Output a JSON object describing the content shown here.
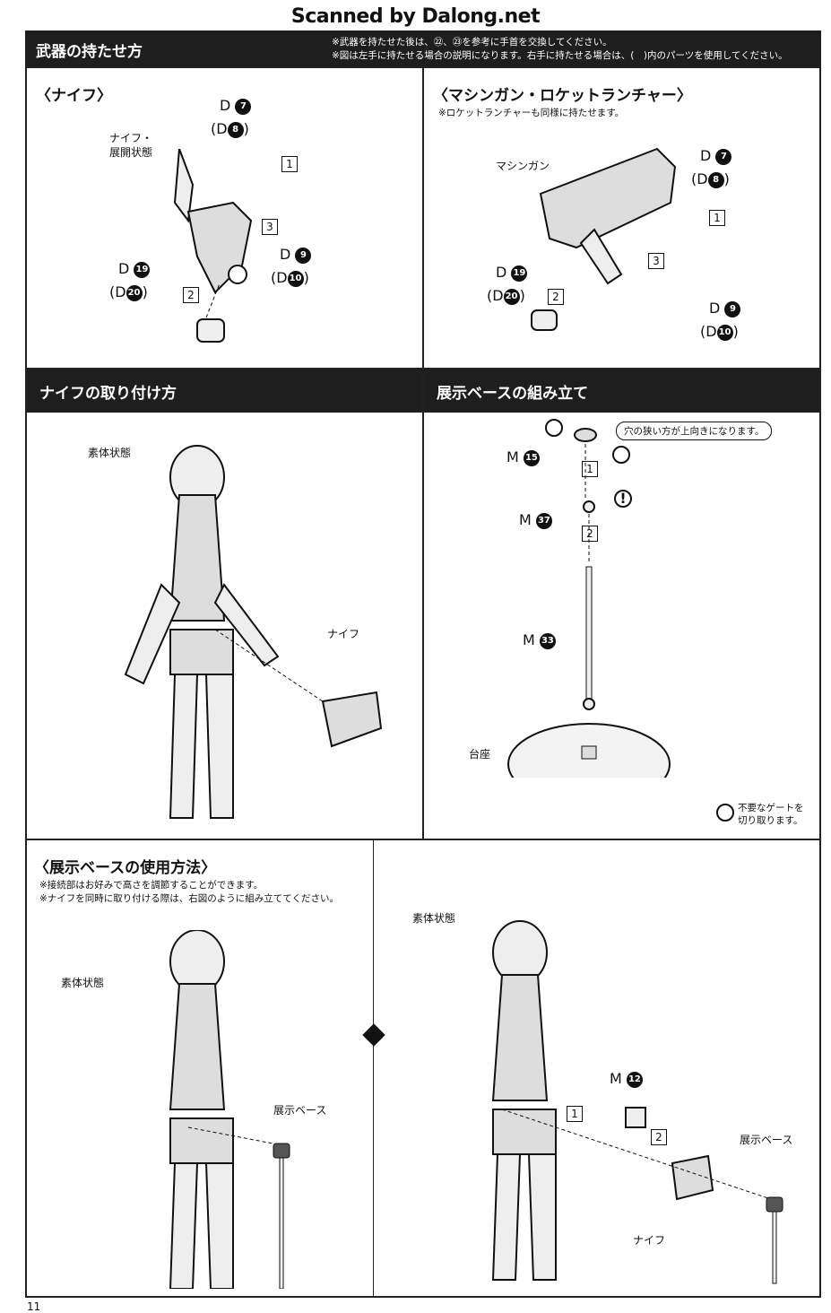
{
  "watermark": "Scanned by Dalong.net",
  "header": {
    "title": "武器の持たせ方",
    "notes": [
      "※武器を持たせた後は、㉒、㉓を参考に手首を交換してください。",
      "※図は左手に持たせる場合の説明になります。右手に持たせる場合は、(　)内のパーツを使用してください。"
    ]
  },
  "knife": {
    "title": "〈ナイフ〉",
    "label": "ナイフ・\n展開状態",
    "parts": [
      {
        "l": "D",
        "n": "7"
      },
      {
        "l": "(D",
        "n": "8",
        "s": ")"
      },
      {
        "l": "D",
        "n": "9"
      },
      {
        "l": "(D",
        "n": "10",
        "s": ")"
      },
      {
        "l": "D",
        "n": "19"
      },
      {
        "l": "(D",
        "n": "20",
        "s": ")"
      }
    ],
    "steps": [
      "1",
      "2",
      "3"
    ]
  },
  "gun": {
    "title": "〈マシンガン・ロケットランチャー〉",
    "note": "※ロケットランチャーも同様に持たせます。",
    "label": "マシンガン",
    "parts": [
      {
        "l": "D",
        "n": "7"
      },
      {
        "l": "(D",
        "n": "8",
        "s": ")"
      },
      {
        "l": "D",
        "n": "9"
      },
      {
        "l": "(D",
        "n": "10",
        "s": ")"
      },
      {
        "l": "D",
        "n": "19"
      },
      {
        "l": "(D",
        "n": "20",
        "s": ")"
      }
    ],
    "steps": [
      "1",
      "2",
      "3"
    ]
  },
  "attach": {
    "title": "ナイフの取り付け方",
    "body_label": "素体状態",
    "knife_label": "ナイフ"
  },
  "base": {
    "title": "展示ベースの組み立て",
    "callout": "穴の狭い方が上向きになります。",
    "parts": [
      {
        "l": "M",
        "n": "15"
      },
      {
        "l": "M",
        "n": "37"
      },
      {
        "l": "M",
        "n": "33"
      }
    ],
    "steps": [
      "1",
      "2"
    ],
    "stand_label": "台座",
    "gate_note": "不要なゲートを\n切り取ります。"
  },
  "usage": {
    "title": "〈展示ベースの使用方法〉",
    "notes": [
      "※接続部はお好みで高さを調節することができます。",
      "※ナイフを同時に取り付ける際は、右図のように組み立ててください。"
    ],
    "left": {
      "body_label": "素体状態",
      "base_label": "展示ベース"
    },
    "right": {
      "body_label": "素体状態",
      "part": {
        "l": "M",
        "n": "12"
      },
      "steps": [
        "1",
        "2"
      ],
      "base_label": "展示ベース",
      "knife_label": "ナイフ"
    }
  },
  "page_number": "11"
}
